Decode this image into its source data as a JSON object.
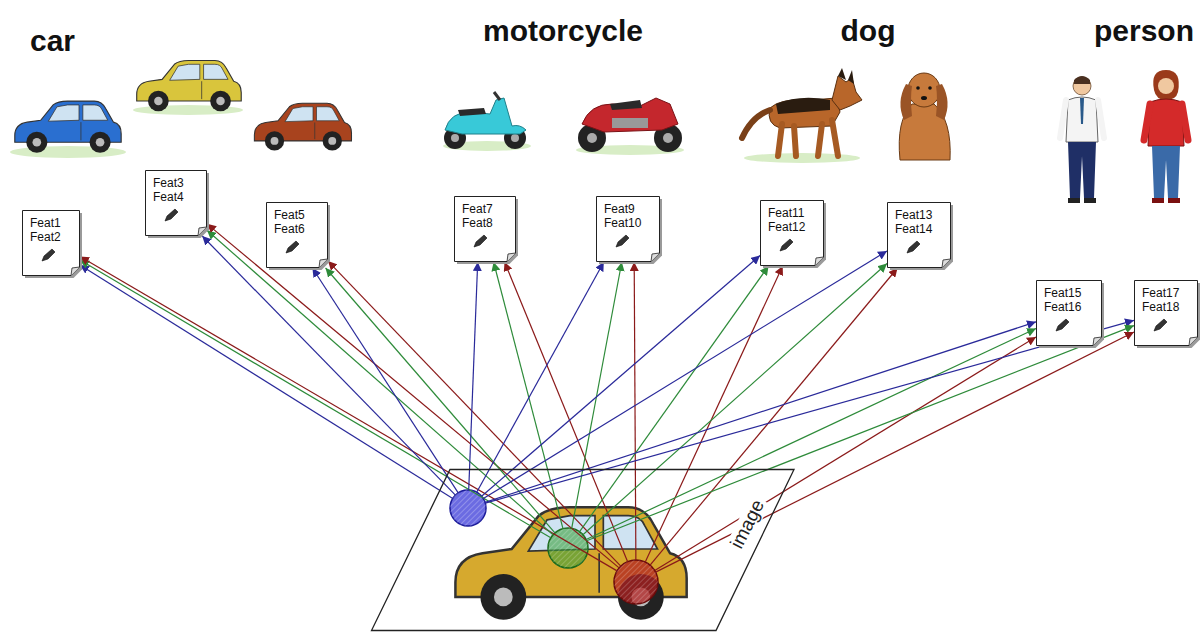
{
  "diagram": {
    "nodes": [
      {
        "text": [
          "Feat1 Feat2"
        ]
      },
      {
        "text": [
          "Feat3 Feat4"
        ]
      },
      {
        "text": [
          "Feat5 Feat6"
        ]
      },
      {
        "text": [
          "Feat7 Feat8"
        ]
      },
      {
        "text": [
          "Feat9 Feat10"
        ]
      },
      {
        "text": [
          "Feat11 Feat12"
        ]
      },
      {
        "text": [
          "Feat13 Feat14"
        ]
      },
      {
        "text": [
          "Feat15 Feat16"
        ]
      },
      {
        "text": [
          "Feat17 Feat18"
        ]
      },
      {
        "text": [
          "image"
        ]
      }
    ],
    "edges": [
      {
        "from": 9,
        "to": 0,
        "arrow": "to"
      },
      {
        "from": 9,
        "to": 0,
        "arrow": "to"
      },
      {
        "from": 9,
        "to": 0,
        "arrow": "to"
      },
      {
        "from": 9,
        "to": 1,
        "arrow": "to"
      },
      {
        "from": 9,
        "to": 1,
        "arrow": "to"
      },
      {
        "from": 9,
        "to": 1,
        "arrow": "to"
      },
      {
        "from": 9,
        "to": 2,
        "arrow": "to"
      },
      {
        "from": 9,
        "to": 2,
        "arrow": "to"
      },
      {
        "from": 9,
        "to": 2,
        "arrow": "to"
      },
      {
        "from": 9,
        "to": 3,
        "arrow": "to"
      },
      {
        "from": 9,
        "to": 3,
        "arrow": "to"
      },
      {
        "from": 9,
        "to": 3,
        "arrow": "to"
      },
      {
        "from": 9,
        "to": 4,
        "arrow": "to"
      },
      {
        "from": 9,
        "to": 4,
        "arrow": "to"
      },
      {
        "from": 9,
        "to": 4,
        "arrow": "to"
      },
      {
        "from": 9,
        "to": 5,
        "arrow": "to"
      },
      {
        "from": 9,
        "to": 5,
        "arrow": "to"
      },
      {
        "from": 9,
        "to": 5,
        "arrow": "to"
      },
      {
        "from": 9,
        "to": 6,
        "arrow": "to"
      },
      {
        "from": 9,
        "to": 6,
        "arrow": "to"
      },
      {
        "from": 9,
        "to": 6,
        "arrow": "to"
      },
      {
        "from": 9,
        "to": 7,
        "arrow": "to"
      },
      {
        "from": 9,
        "to": 7,
        "arrow": "to"
      },
      {
        "from": 9,
        "to": 7,
        "arrow": "to"
      },
      {
        "from": 9,
        "to": 8,
        "arrow": "to"
      },
      {
        "from": 9,
        "to": 8,
        "arrow": "to"
      },
      {
        "from": 9,
        "to": 8,
        "arrow": "to"
      }
    ],
    "labels": [
      "car",
      "motorcycle",
      "dog",
      "person"
    ]
  }
}
